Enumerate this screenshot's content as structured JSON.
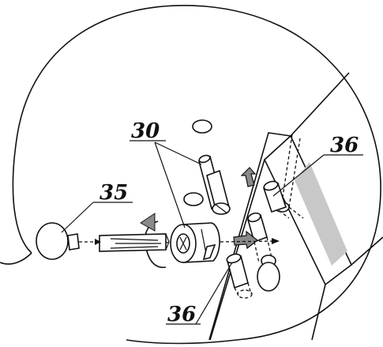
{
  "labels": {
    "cam_lock": "30",
    "cover_cap": "35",
    "dowel_top": "36",
    "dowel_bottom": "36"
  }
}
